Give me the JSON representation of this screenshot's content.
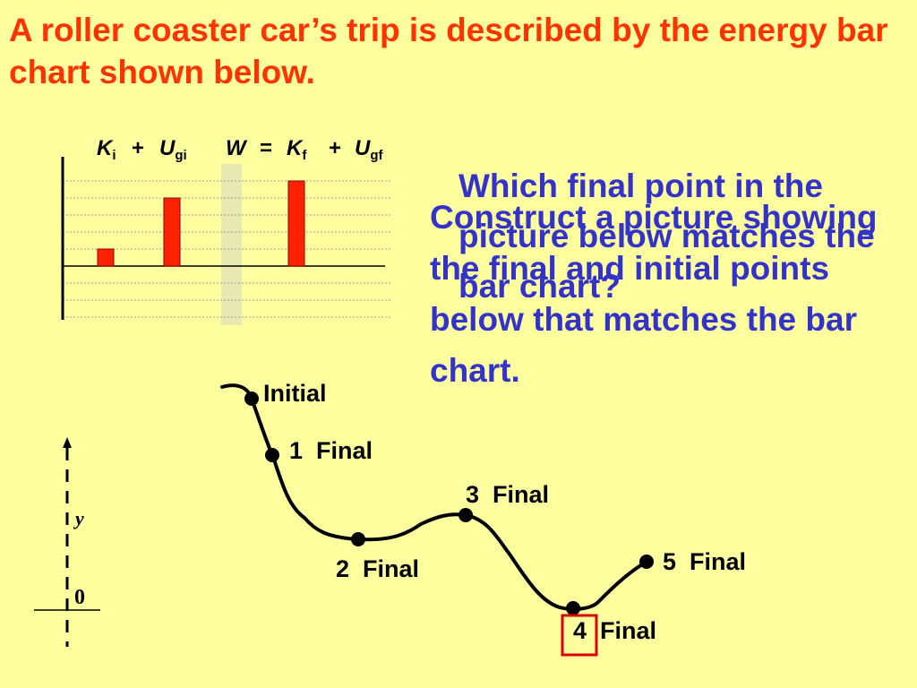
{
  "title": "A roller coaster car’s trip is described by the energy bar chart shown below.",
  "question_overlap_a": "Which final point in the picture below matches the bar chart?",
  "question_overlap_b": "Construct a picture showing the final and initial points below that matches the bar chart.",
  "bar_chart_header": {
    "ki": "K",
    "ki_sub": "i",
    "ugi": "U",
    "ugi_sub": "gi",
    "w": "W",
    "kf": "K",
    "kf_sub": "f",
    "ugf": "U",
    "ugf_sub": "gf",
    "plus": "+",
    "equals": "="
  },
  "chart_data": {
    "type": "bar",
    "categories": [
      "K_i",
      "U_gi",
      "W",
      "K_f",
      "U_gf"
    ],
    "values": [
      1,
      4,
      0,
      5,
      0
    ],
    "bar_color": "#FF2200",
    "work_column_color": "#E8E8B0"
  },
  "track": {
    "initial_label": "Initial",
    "points": [
      {
        "num": "1",
        "label": "Final"
      },
      {
        "num": "2",
        "label": "Final"
      },
      {
        "num": "3",
        "label": "Final"
      },
      {
        "num": "4",
        "label": "Final"
      },
      {
        "num": "5",
        "label": "Final"
      }
    ],
    "highlight_box_color": "#DD0000"
  },
  "axis": {
    "y_label": "y",
    "zero_label": "0"
  }
}
